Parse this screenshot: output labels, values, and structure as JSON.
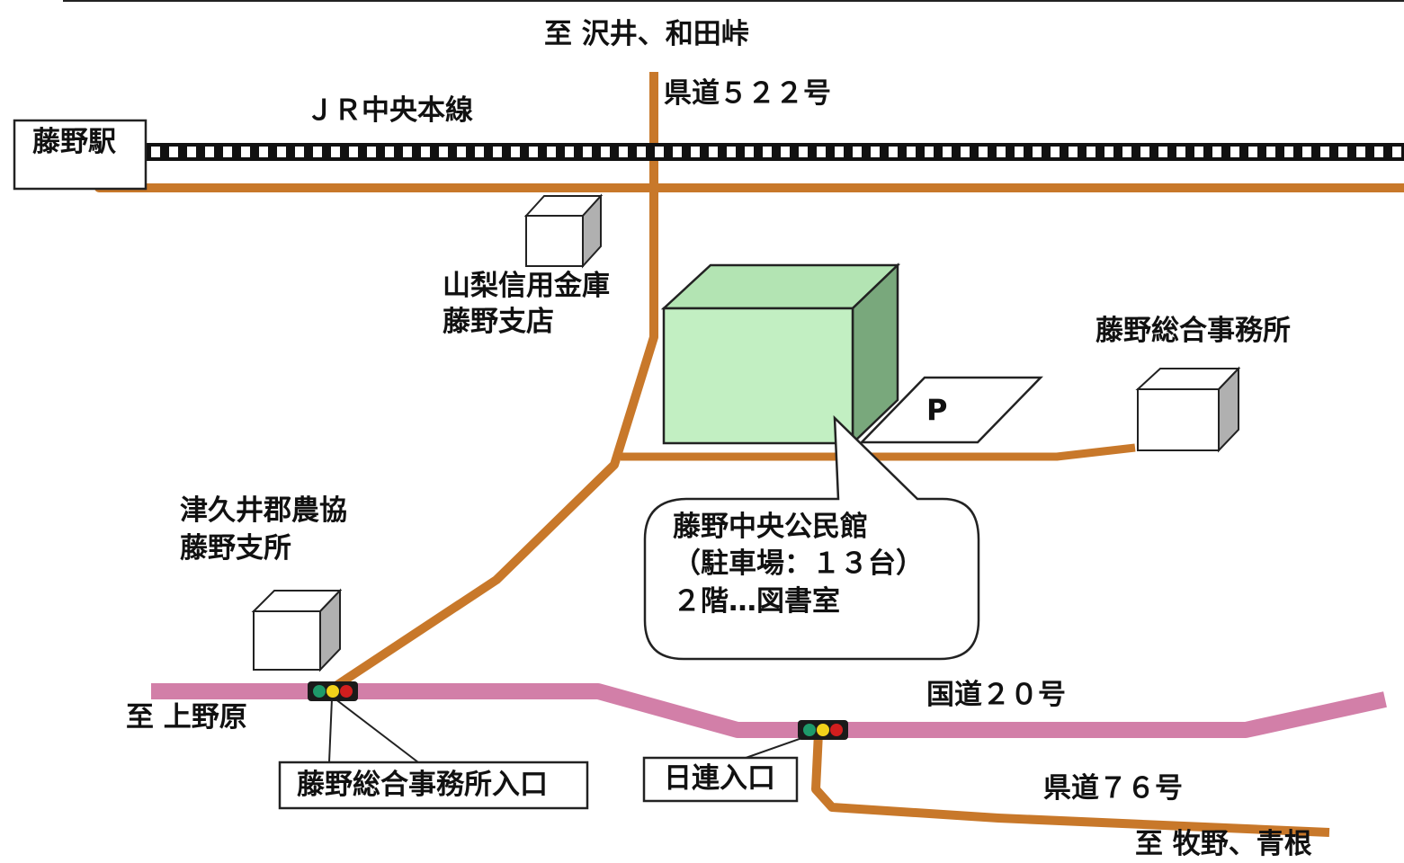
{
  "colors": {
    "road_prefectural": "#c8782a",
    "road_national": "#d27fa8",
    "railway": "#111111",
    "building_main_front": "#c2efc2",
    "building_main_top": "#b3e4b3",
    "building_main_side": "#79a87c",
    "building_side_gray": "#b0b0b0",
    "signal_body": "#1a1a1a",
    "signal_green": "#1e9a6a",
    "signal_yellow": "#f2d21a",
    "signal_red": "#d21e1e"
  },
  "labels": {
    "to_north": "至 沢井、和田峠",
    "route_522": "県道５２２号",
    "jr_line": "ＪＲ中央本線",
    "station": "藤野駅",
    "bank_line1": "山梨信用金庫",
    "bank_line2": "藤野支店",
    "office": "藤野総合事務所",
    "parking_mark": "P",
    "ja_line1": "津久井郡農協",
    "ja_line2": "藤野支所",
    "callout_line1": "藤野中央公民館",
    "callout_line2": "（駐車場：１３台）",
    "callout_line3": "２階…図書室",
    "route_20": "国道２０号",
    "to_west": "至 上野原",
    "office_entrance": "藤野総合事務所入口",
    "nichiren_entrance": "日連入口",
    "route_76": "県道７６号",
    "to_southeast": "至 牧野、青根"
  },
  "icons": {
    "traffic_signal": "traffic-signal-icon",
    "parking": "parking-icon"
  }
}
